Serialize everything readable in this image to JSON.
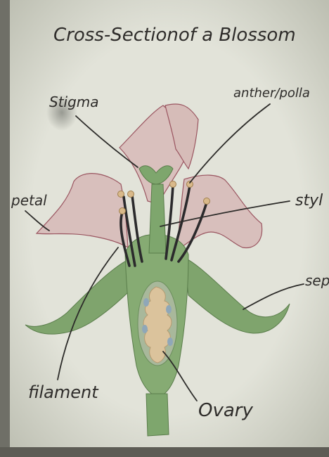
{
  "title": "Cross-Sectionof a Blossom",
  "labels": {
    "stigma": "Stigma",
    "anther": "anther/polla",
    "petal": "petal",
    "style": "styl",
    "sepal": "sep",
    "filament": "filament",
    "ovary": "Ovary"
  },
  "colors": {
    "paper": "#dcddd3",
    "petal_fill": "#d8bfbc",
    "petal_outline": "#9a5560",
    "stem_green": "#6f9a5f",
    "ovule_tan": "#d9c29a",
    "ink": "#2e2c2a"
  }
}
